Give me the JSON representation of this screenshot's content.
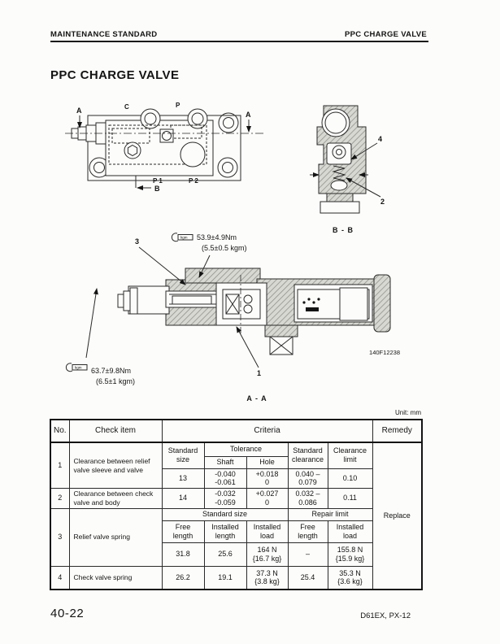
{
  "header": {
    "left": "MAINTENANCE STANDARD",
    "right": "PPC CHARGE VALVE"
  },
  "page_title": "PPC CHARGE VALVE",
  "figure": {
    "top_view": {
      "section_a_left": "A",
      "section_a_right": "A",
      "port_c": "C",
      "port_p": "P",
      "port_p1": "P 1",
      "port_p2": "P 2",
      "section_b": "B"
    },
    "section_bb": {
      "caption": "B - B",
      "callout_4": "4",
      "callout_2": "2"
    },
    "section_aa": {
      "caption": "A - A",
      "callout_3": "3",
      "callout_1": "1",
      "wrench_label": "kgm",
      "torque_upper_nm": "53.9±4.9Nm",
      "torque_upper_kgm": "(5.5±0.5 kgm)",
      "torque_lower_nm": "63.7±9.8Nm",
      "torque_lower_kgm": "(6.5±1 kgm)",
      "figure_number": "140F12238"
    }
  },
  "table": {
    "unit": "Unit: mm",
    "headers": {
      "no": "No.",
      "check_item": "Check item",
      "criteria": "Criteria",
      "remedy": "Remedy"
    },
    "clearance_headers": {
      "standard_size": "Standard size",
      "tolerance": "Tolerance",
      "shaft": "Shaft",
      "hole": "Hole",
      "standard_clearance": "Standard\nclearance",
      "clearance_limit": "Clearance\nlimit"
    },
    "spring_headers": {
      "standard_size": "Standard size",
      "repair_limit": "Repair limit",
      "free_length": "Free\nlength",
      "installed_length": "Installed\nlength",
      "installed_load": "Installed\nload",
      "free_length_rl": "Free\nlength",
      "installed_load_rl": "Installed\nload"
    },
    "rows": {
      "r1": {
        "no": "1",
        "item": "Clearance between relief\nvalve sleeve and valve",
        "standard_size": "13",
        "shaft": "-0.040\n-0.061",
        "hole": "+0.018\n0",
        "standard_clearance": "0.040 –\n0.079",
        "clearance_limit": "0.10"
      },
      "r2": {
        "no": "2",
        "item": "Clearance between check\nvalve and body",
        "standard_size": "14",
        "shaft": "-0.032\n-0.059",
        "hole": "+0.027\n0",
        "standard_clearance": "0.032 –\n0.086",
        "clearance_limit": "0.11"
      },
      "r3": {
        "no": "3",
        "item": "Relief valve spring",
        "free_length": "31.8",
        "installed_length": "25.6",
        "installed_load": "164 N\n{16.7 kg}",
        "free_length_rl": "–",
        "installed_load_rl": "155.8 N\n{15.9 kg}"
      },
      "r4": {
        "no": "4",
        "item": "Check valve spring",
        "free_length": "26.2",
        "installed_length": "19.1",
        "installed_load": "37.3 N\n{3.8 kg}",
        "free_length_rl": "25.4",
        "installed_load_rl": "35.3 N\n{3.6 kg}"
      }
    },
    "remedy_value": "Replace"
  },
  "footer": {
    "left": "40-22",
    "right": "D61EX, PX-12"
  }
}
